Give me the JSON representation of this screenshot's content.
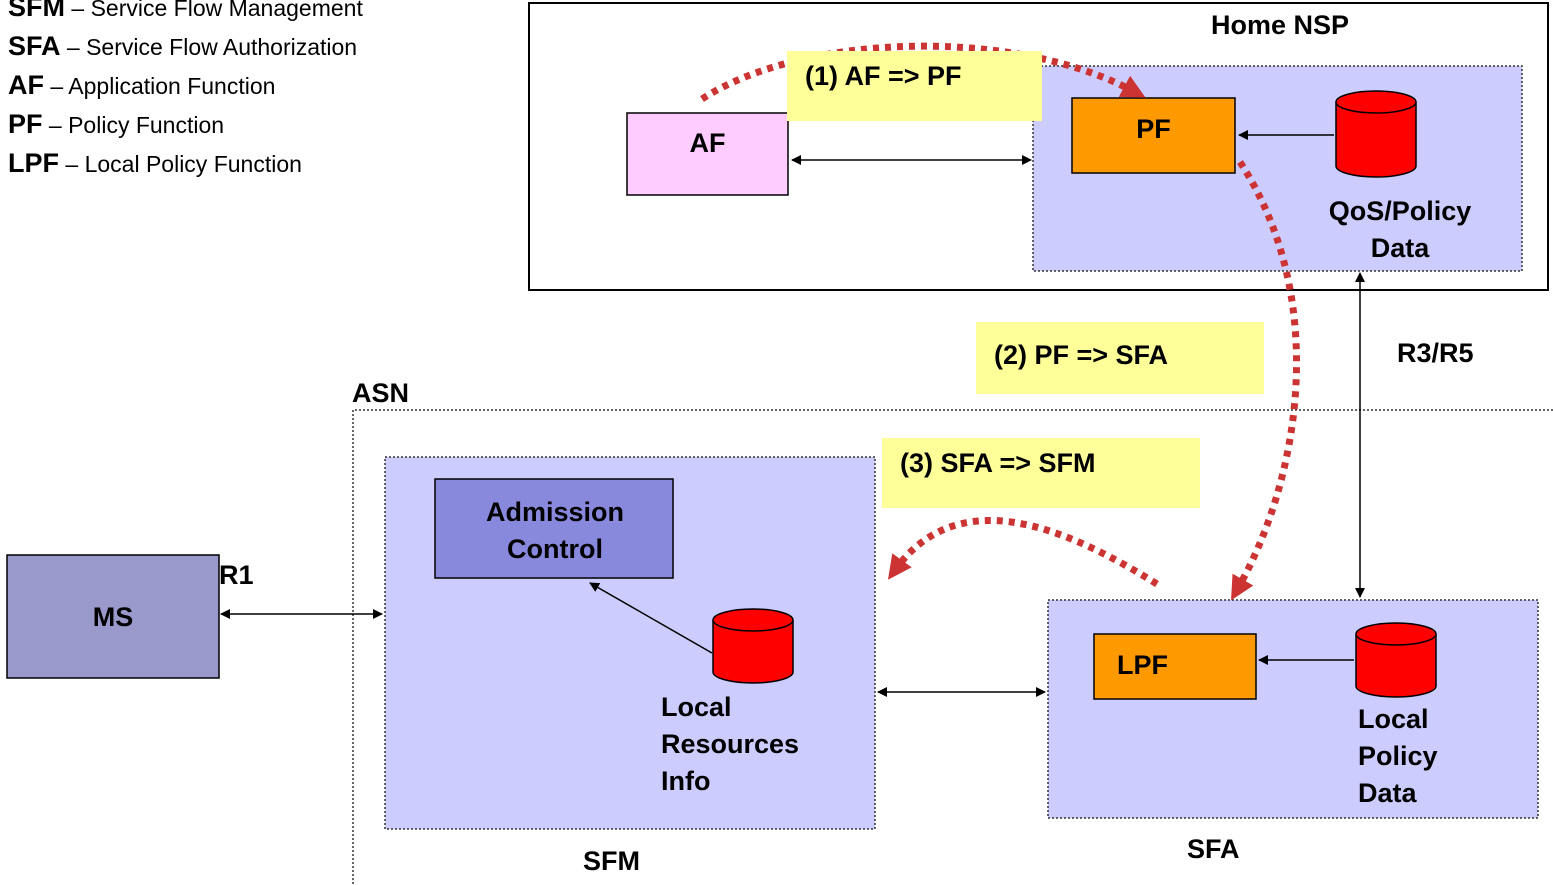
{
  "legend": [
    {
      "abbr": "SFM",
      "desc": "– Service Flow Management"
    },
    {
      "abbr": "SFA",
      "desc": "– Service Flow Authorization"
    },
    {
      "abbr": "AF",
      "desc": "– Application Function"
    },
    {
      "abbr": "PF",
      "desc": "– Policy Function"
    },
    {
      "abbr": "LPF",
      "desc": "– Local Policy Function"
    }
  ],
  "home_nsp": {
    "title": "Home NSP",
    "af": "AF",
    "pf": "PF",
    "qos_policy_data": "QoS/Policy Data"
  },
  "asn": {
    "title": "ASN",
    "admission_control": "Admission Control",
    "local_resources_info": "Local Resources Info",
    "sfm": "SFM",
    "lpf": "LPF",
    "local_policy_data": "Local Policy Data",
    "sfa": "SFA"
  },
  "ms": "MS",
  "interfaces": {
    "r1": "R1",
    "r3_r5": "R3/R5"
  },
  "steps": [
    "(1) AF => PF",
    "(2) PF => SFA",
    "(3) SFA => SFM"
  ],
  "colors": {
    "af_box": "#ffccff",
    "pf_box": "#ff9900",
    "region_fill": "#ccccff",
    "admission_control": "#8888dd",
    "ms_box": "#9999cc",
    "database": "#ff0000",
    "flow_arrow": "#cc3333",
    "callout": "#ffff99"
  }
}
